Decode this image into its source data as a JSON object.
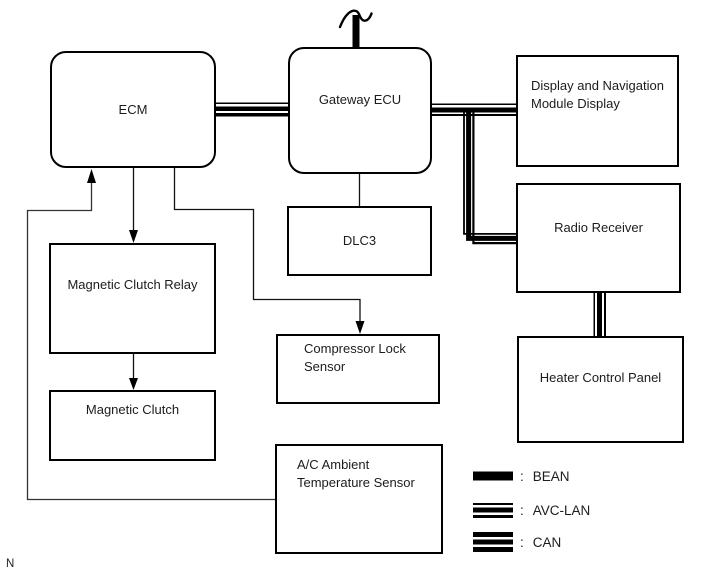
{
  "nodes": {
    "ecm": {
      "label": "ECM"
    },
    "gateway_ecu": {
      "label": "Gateway ECU"
    },
    "dlc3": {
      "label": "DLC3"
    },
    "display_nav": {
      "label": "Display and Navigation Module Display"
    },
    "radio_receiver": {
      "label": "Radio Receiver"
    },
    "heater_control_panel": {
      "label": "Heater Control Panel"
    },
    "magnetic_clutch_relay": {
      "label": "Magnetic Clutch Relay"
    },
    "magnetic_clutch": {
      "label": "Magnetic Clutch"
    },
    "compressor_lock_sensor": {
      "label": "Compressor Lock Sensor"
    },
    "ac_ambient_temp_sensor": {
      "label": "A/C Ambient Temperature Sensor"
    }
  },
  "legend": {
    "items": [
      {
        "symbol": "bean-bus",
        "colon": ":",
        "label": "BEAN"
      },
      {
        "symbol": "avc-lan-bus",
        "colon": ":",
        "label": "AVC-LAN"
      },
      {
        "symbol": "can-bus",
        "colon": ":",
        "label": "CAN"
      }
    ]
  },
  "footer": {
    "page_marker": "N"
  },
  "colors": {
    "line": "#000000",
    "background": "#ffffff"
  }
}
